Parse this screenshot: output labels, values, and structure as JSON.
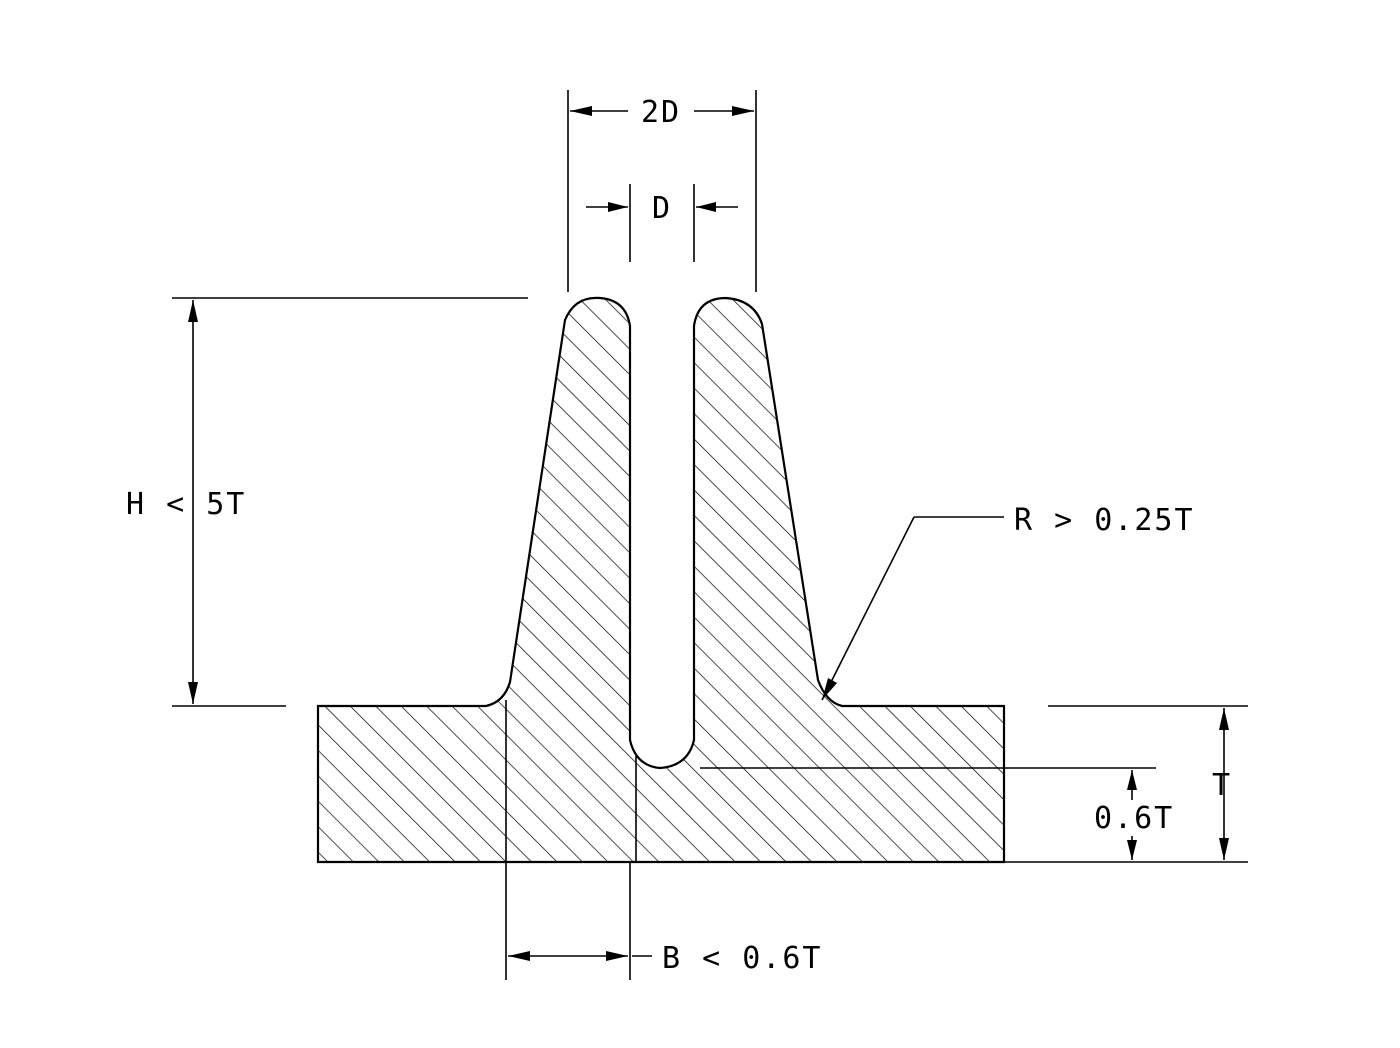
{
  "diagram": {
    "labels": {
      "width_2d": "2D",
      "width_d": "D",
      "height_h": "H < 5T",
      "radius_r": "R > 0.25T",
      "thickness_t": "T",
      "depth_06t": "0.6T",
      "base_b": "B < 0.6T"
    },
    "colors": {
      "line": "#000000",
      "background": "#ffffff"
    }
  }
}
